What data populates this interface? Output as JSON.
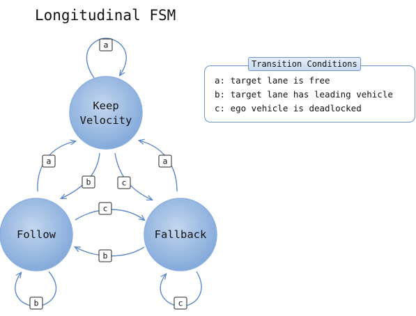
{
  "title": "Longitudinal FSM",
  "states": {
    "keep_velocity": [
      "Keep",
      "Velocity"
    ],
    "follow": "Follow",
    "fallback": "Fallback"
  },
  "transitions": {
    "keep_self": "a",
    "follow_to_keep": "a",
    "fallback_to_keep": "a",
    "keep_to_follow": "b",
    "keep_to_fallback": "c",
    "follow_to_fallback": "c",
    "fallback_to_follow": "b",
    "follow_self": "b",
    "fallback_self": "c"
  },
  "legend": {
    "title": "Transition Conditions",
    "items": [
      "a: target lane is free",
      "b: target lane has leading vehicle",
      "c: ego vehicle is deadlocked"
    ]
  },
  "colors": {
    "node_fill_light": "#c3d6ee",
    "node_fill_dark": "#7ea6d9",
    "node_stroke": "#8aaede",
    "edge": "#5b87c5",
    "legend_border": "#6a93c8"
  }
}
